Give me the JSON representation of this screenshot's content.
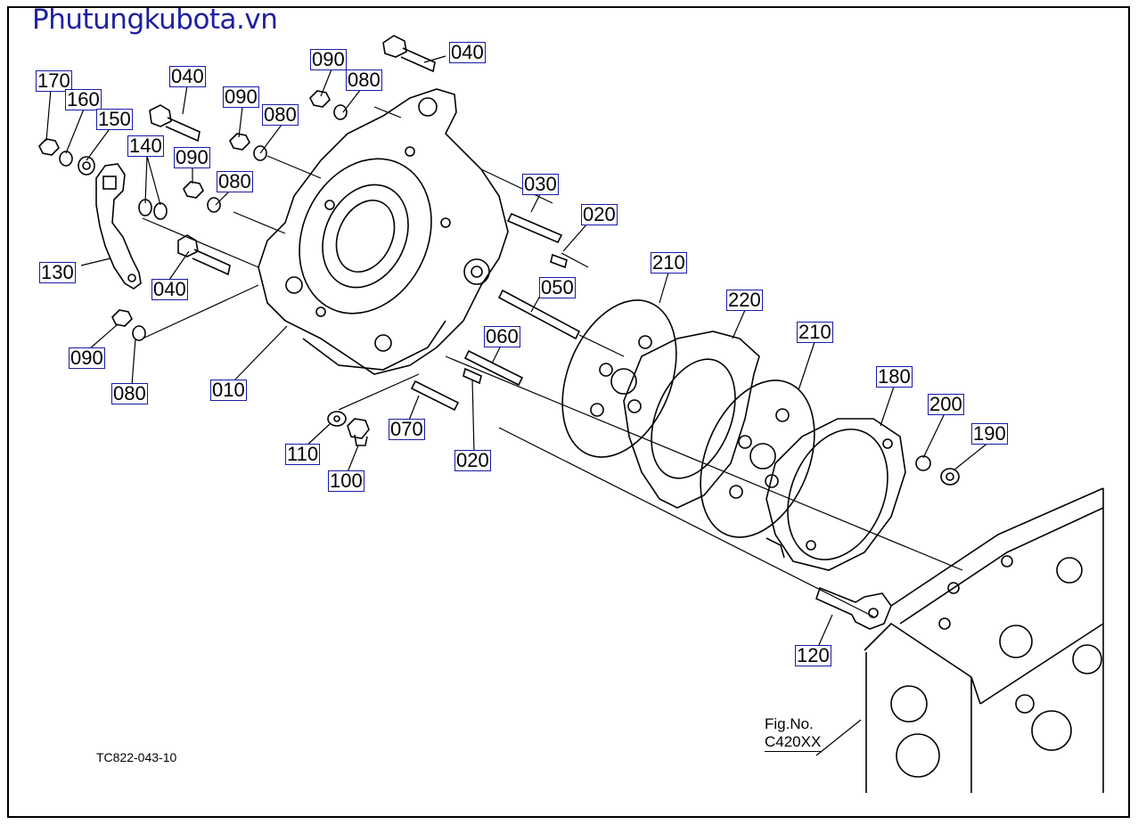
{
  "watermark": "Phutungkubota.vn",
  "drawing_code": "TC822-043-10",
  "figure": {
    "label": "Fig.No.",
    "number": "C420XX"
  },
  "callouts": [
    "040",
    "170",
    "160",
    "150",
    "140",
    "040",
    "090",
    "080",
    "090",
    "080",
    "090",
    "080",
    "130",
    "040",
    "030",
    "020",
    "210",
    "050",
    "220",
    "210",
    "180",
    "060",
    "200",
    "190",
    "090",
    "080",
    "010",
    "110",
    "070",
    "020",
    "100",
    "120"
  ]
}
